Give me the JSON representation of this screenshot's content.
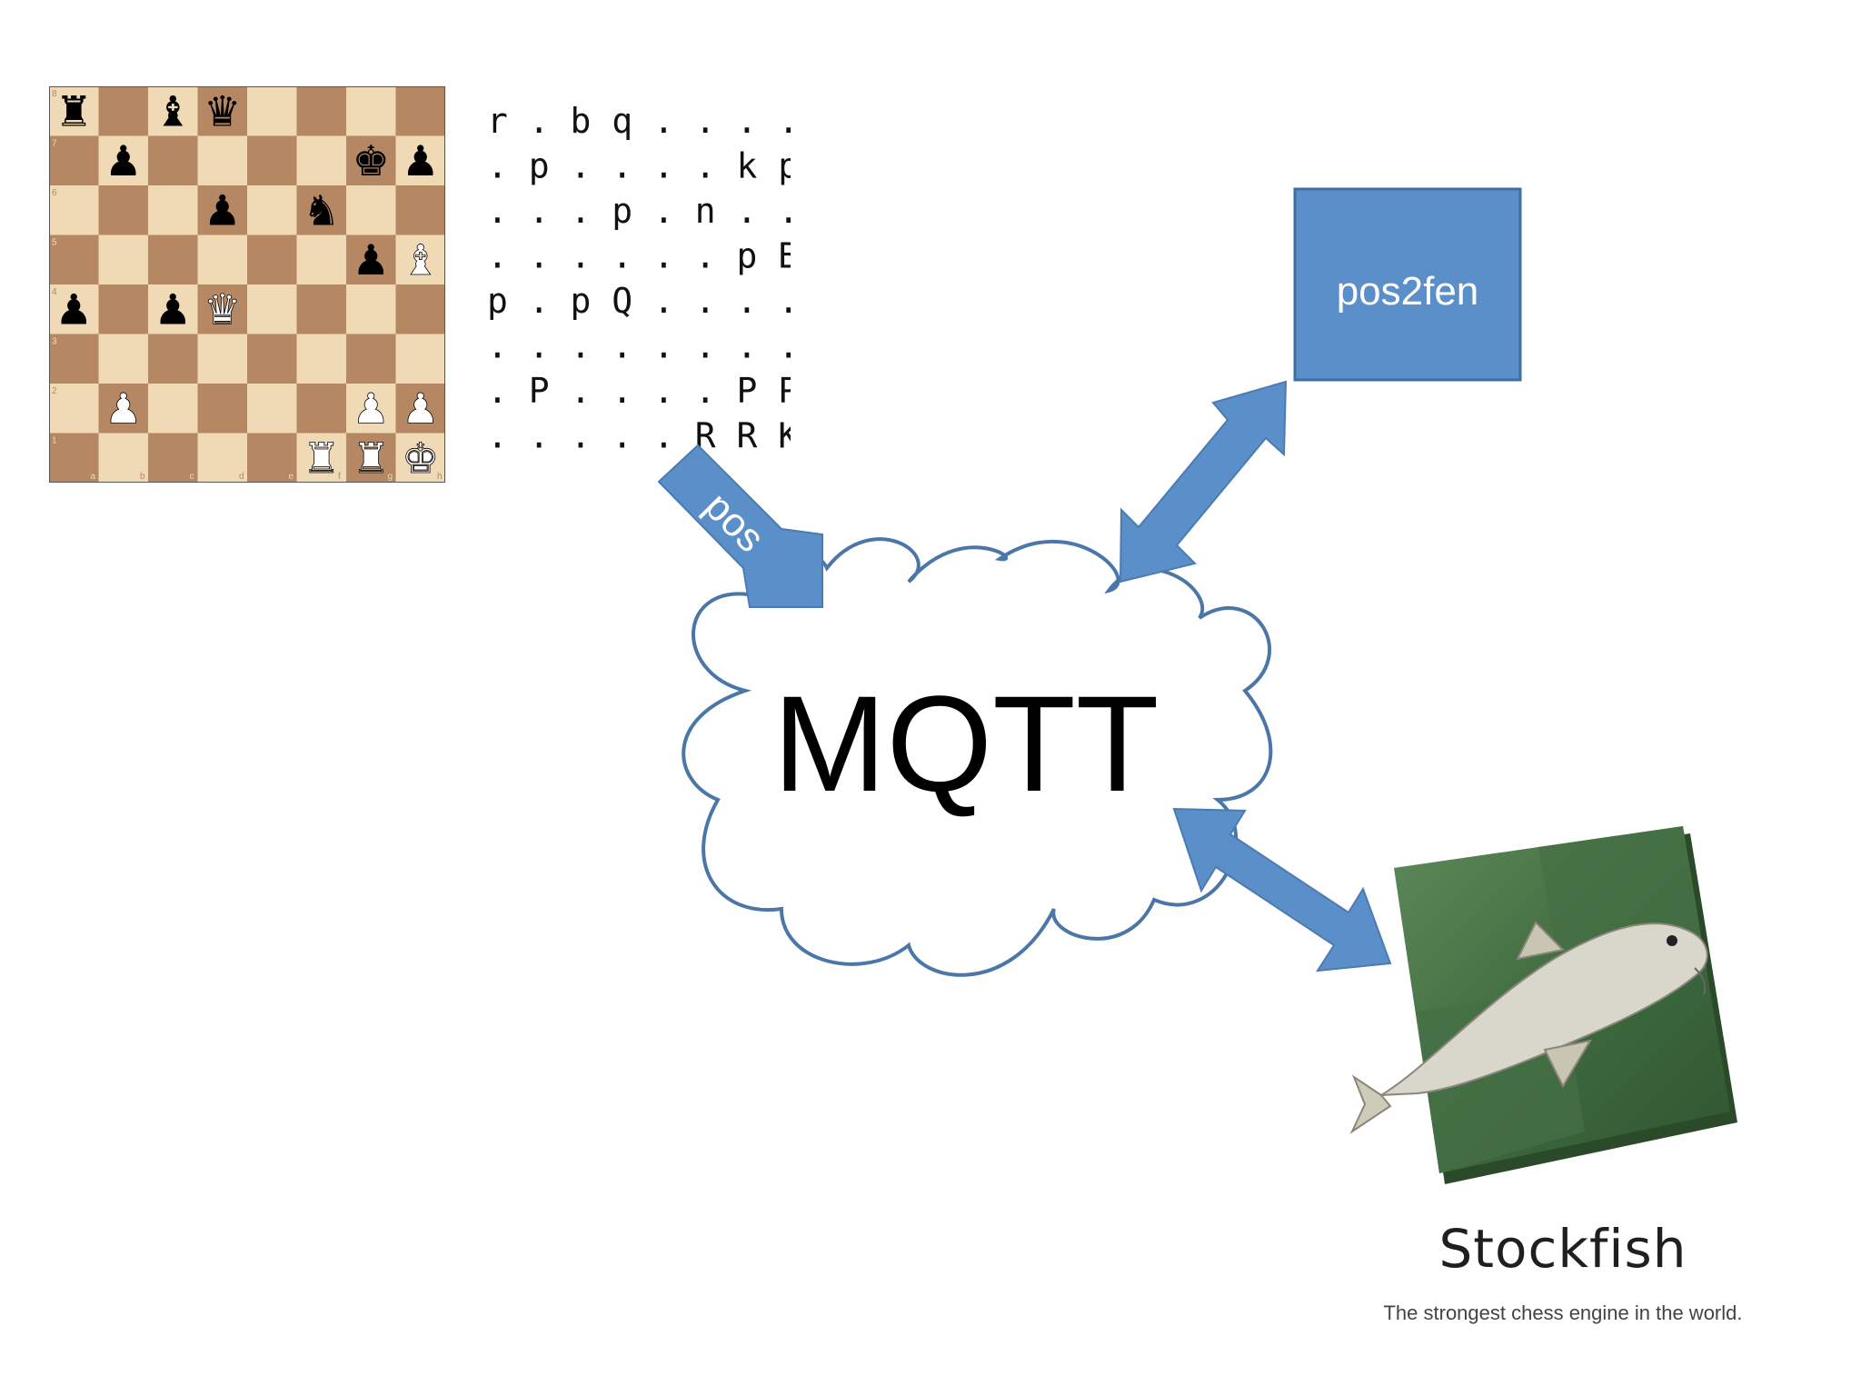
{
  "board": {
    "rows": [
      "r.bq....",
      ".p....kp",
      "...p.n..",
      "......pB",
      "p.pQ....",
      "........",
      ".P....PP",
      ".....RRK"
    ],
    "ranks": [
      "8",
      "7",
      "6",
      "5",
      "4",
      "3",
      "2",
      "1"
    ],
    "files": [
      "a",
      "b",
      "c",
      "d",
      "e",
      "f",
      "g",
      "h"
    ],
    "light_color": "#f0d9b5",
    "dark_color": "#b58863"
  },
  "ascii": {
    "lines": [
      "r . b q . . . .",
      ". p . . . . k p",
      ". . . p . n . .",
      ". . . . . . p B",
      "p . p Q . . . .",
      ". . . . . . . .",
      ". P . . . . P P",
      ". . . . . R R K"
    ]
  },
  "diagram": {
    "hub_label": "MQTT",
    "pos2fen_label": "pos2fen",
    "pos_arrow_label": "pos",
    "arrow_color": "#5b8fc9",
    "box_color": "#5b8fc9",
    "cloud_stroke": "#4a76a8"
  },
  "stockfish": {
    "title": "Stockfish",
    "tagline": "The strongest chess engine in the world."
  }
}
